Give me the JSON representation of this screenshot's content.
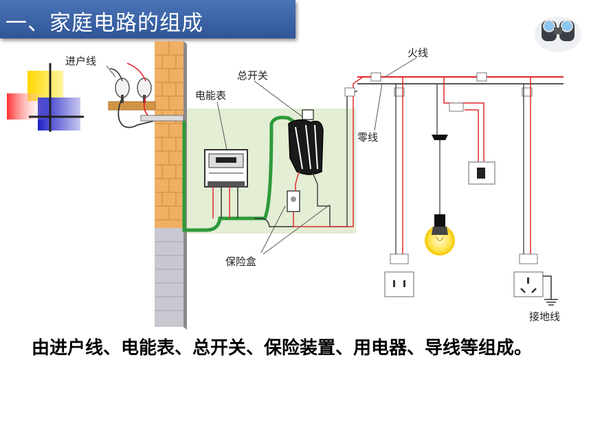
{
  "title": "一、家庭电路的组成",
  "labels": {
    "incoming": "进户线",
    "main_switch": "总开关",
    "meter": "电能表",
    "live": "火线",
    "neutral": "零线",
    "fuse_box": "保险盒",
    "ground": "接地线"
  },
  "summary": "由进户线、电能表、总开关、保险装置、用电器、导线等组成。",
  "colors": {
    "title_bg": "#2f5597",
    "live_wire": "#e0282d",
    "neutral_wire": "#555555",
    "main_wire": "#2e9a3a",
    "brick": "#f0b064"
  }
}
